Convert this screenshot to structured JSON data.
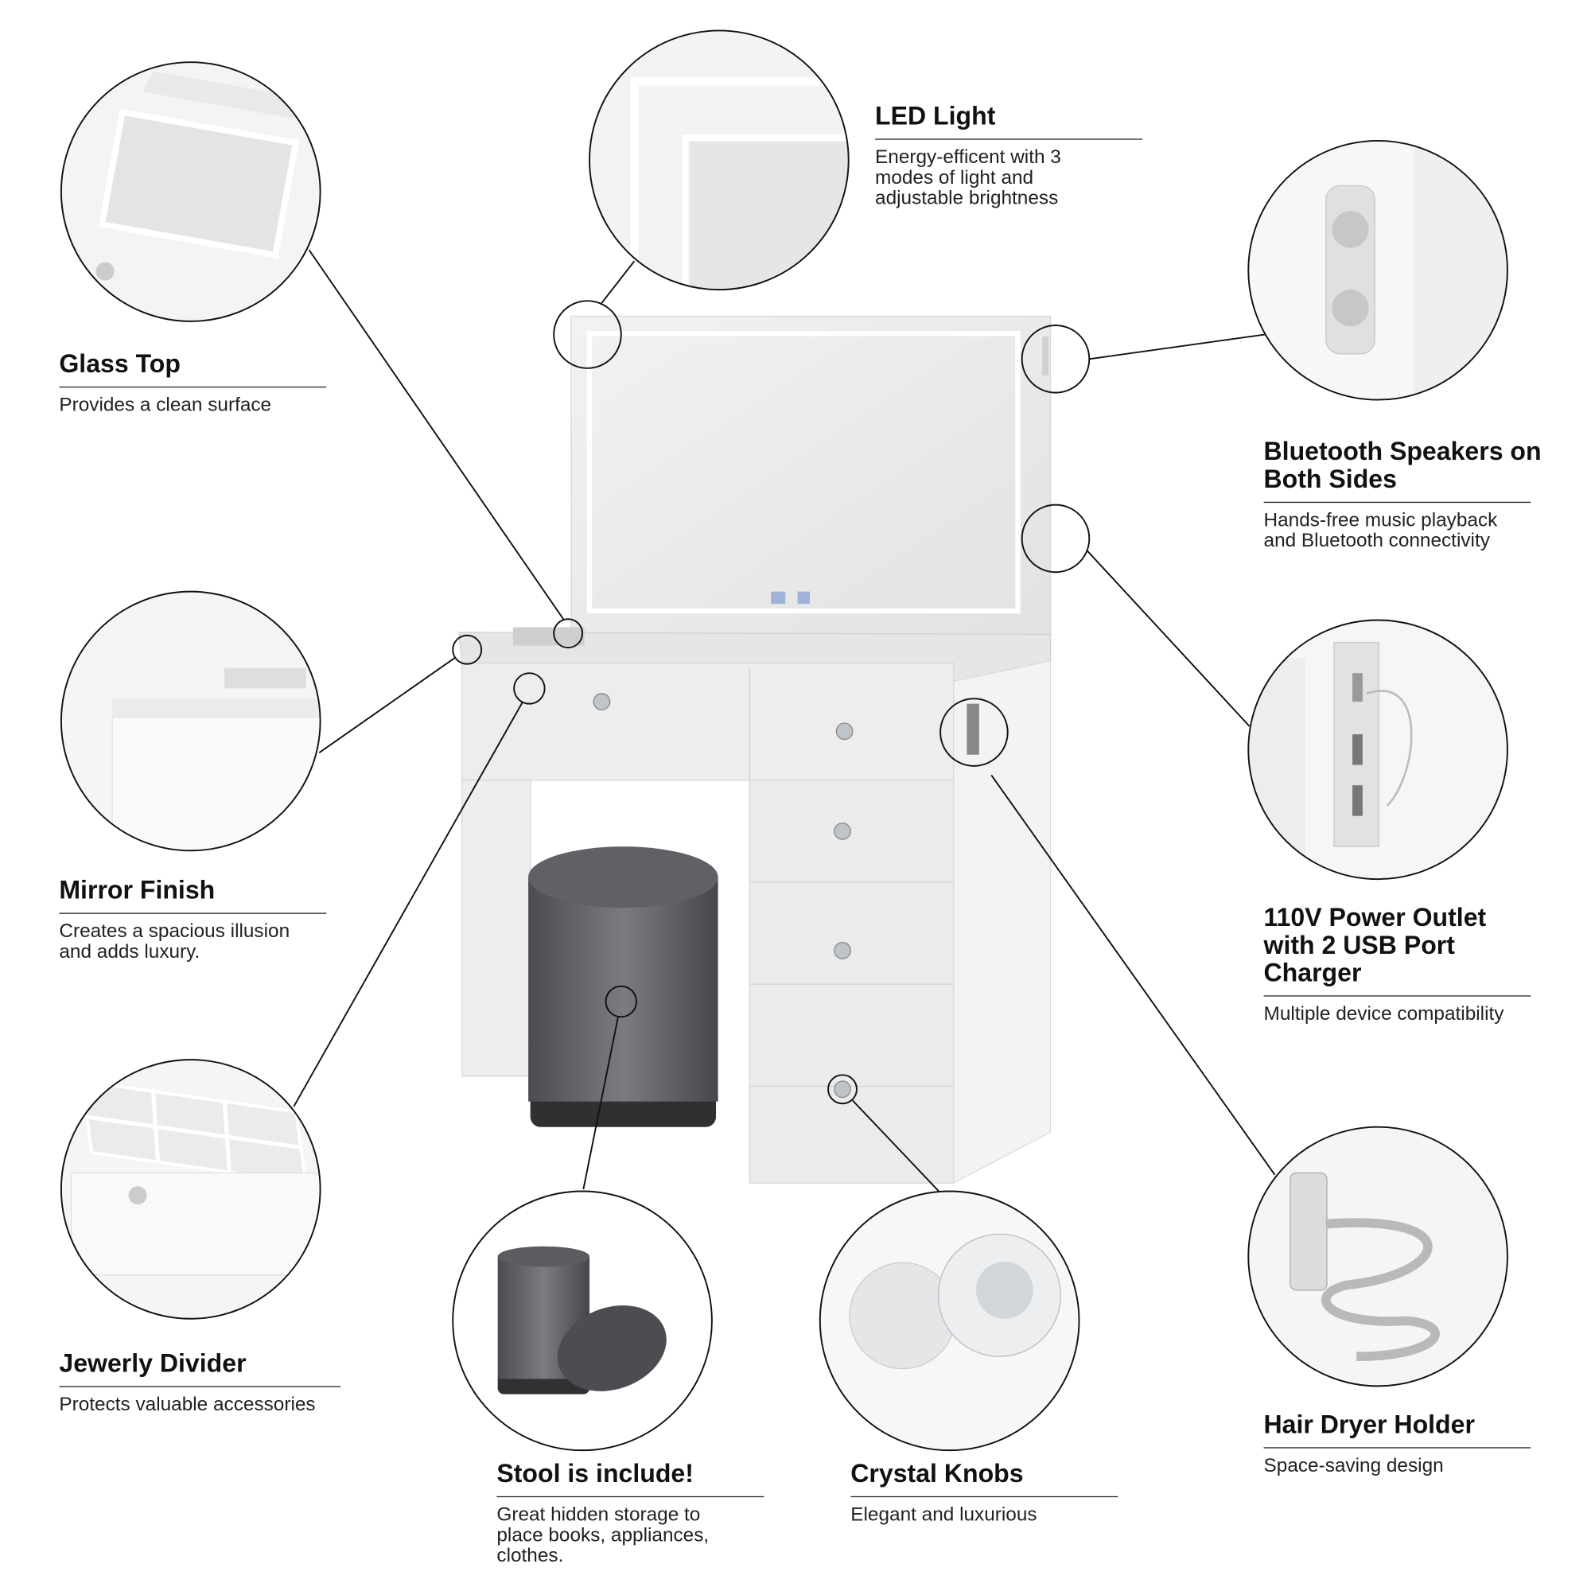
{
  "features": {
    "led": {
      "title": "LED Light",
      "desc": "Energy-efficent with 3 modes of light and adjustable brightness"
    },
    "glass": {
      "title": "Glass Top",
      "desc": "Provides a clean surface"
    },
    "bluetooth": {
      "title": "Bluetooth Speakers on Both Sides",
      "desc": "Hands-free music playback and Bluetooth connectivity"
    },
    "mirror": {
      "title": "Mirror Finish",
      "desc": "Creates a spacious illusion and adds luxury."
    },
    "outlet": {
      "title": "110V Power Outlet with 2 USB Port Charger",
      "desc": "Multiple device compatibility"
    },
    "jewelry": {
      "title": "Jewerly Divider",
      "desc": "Protects valuable accessories"
    },
    "hairdryer": {
      "title": "Hair Dryer Holder",
      "desc": "Space-saving design"
    },
    "stool": {
      "title": "Stool is include!",
      "desc": "Great hidden storage to place books, appliances, clothes."
    },
    "knobs": {
      "title": "Crystal Knobs",
      "desc": "Elegant and luxurious"
    }
  },
  "colors": {
    "line": "#111111",
    "furniture": "#ececec",
    "stool": "#5a5c5f"
  }
}
